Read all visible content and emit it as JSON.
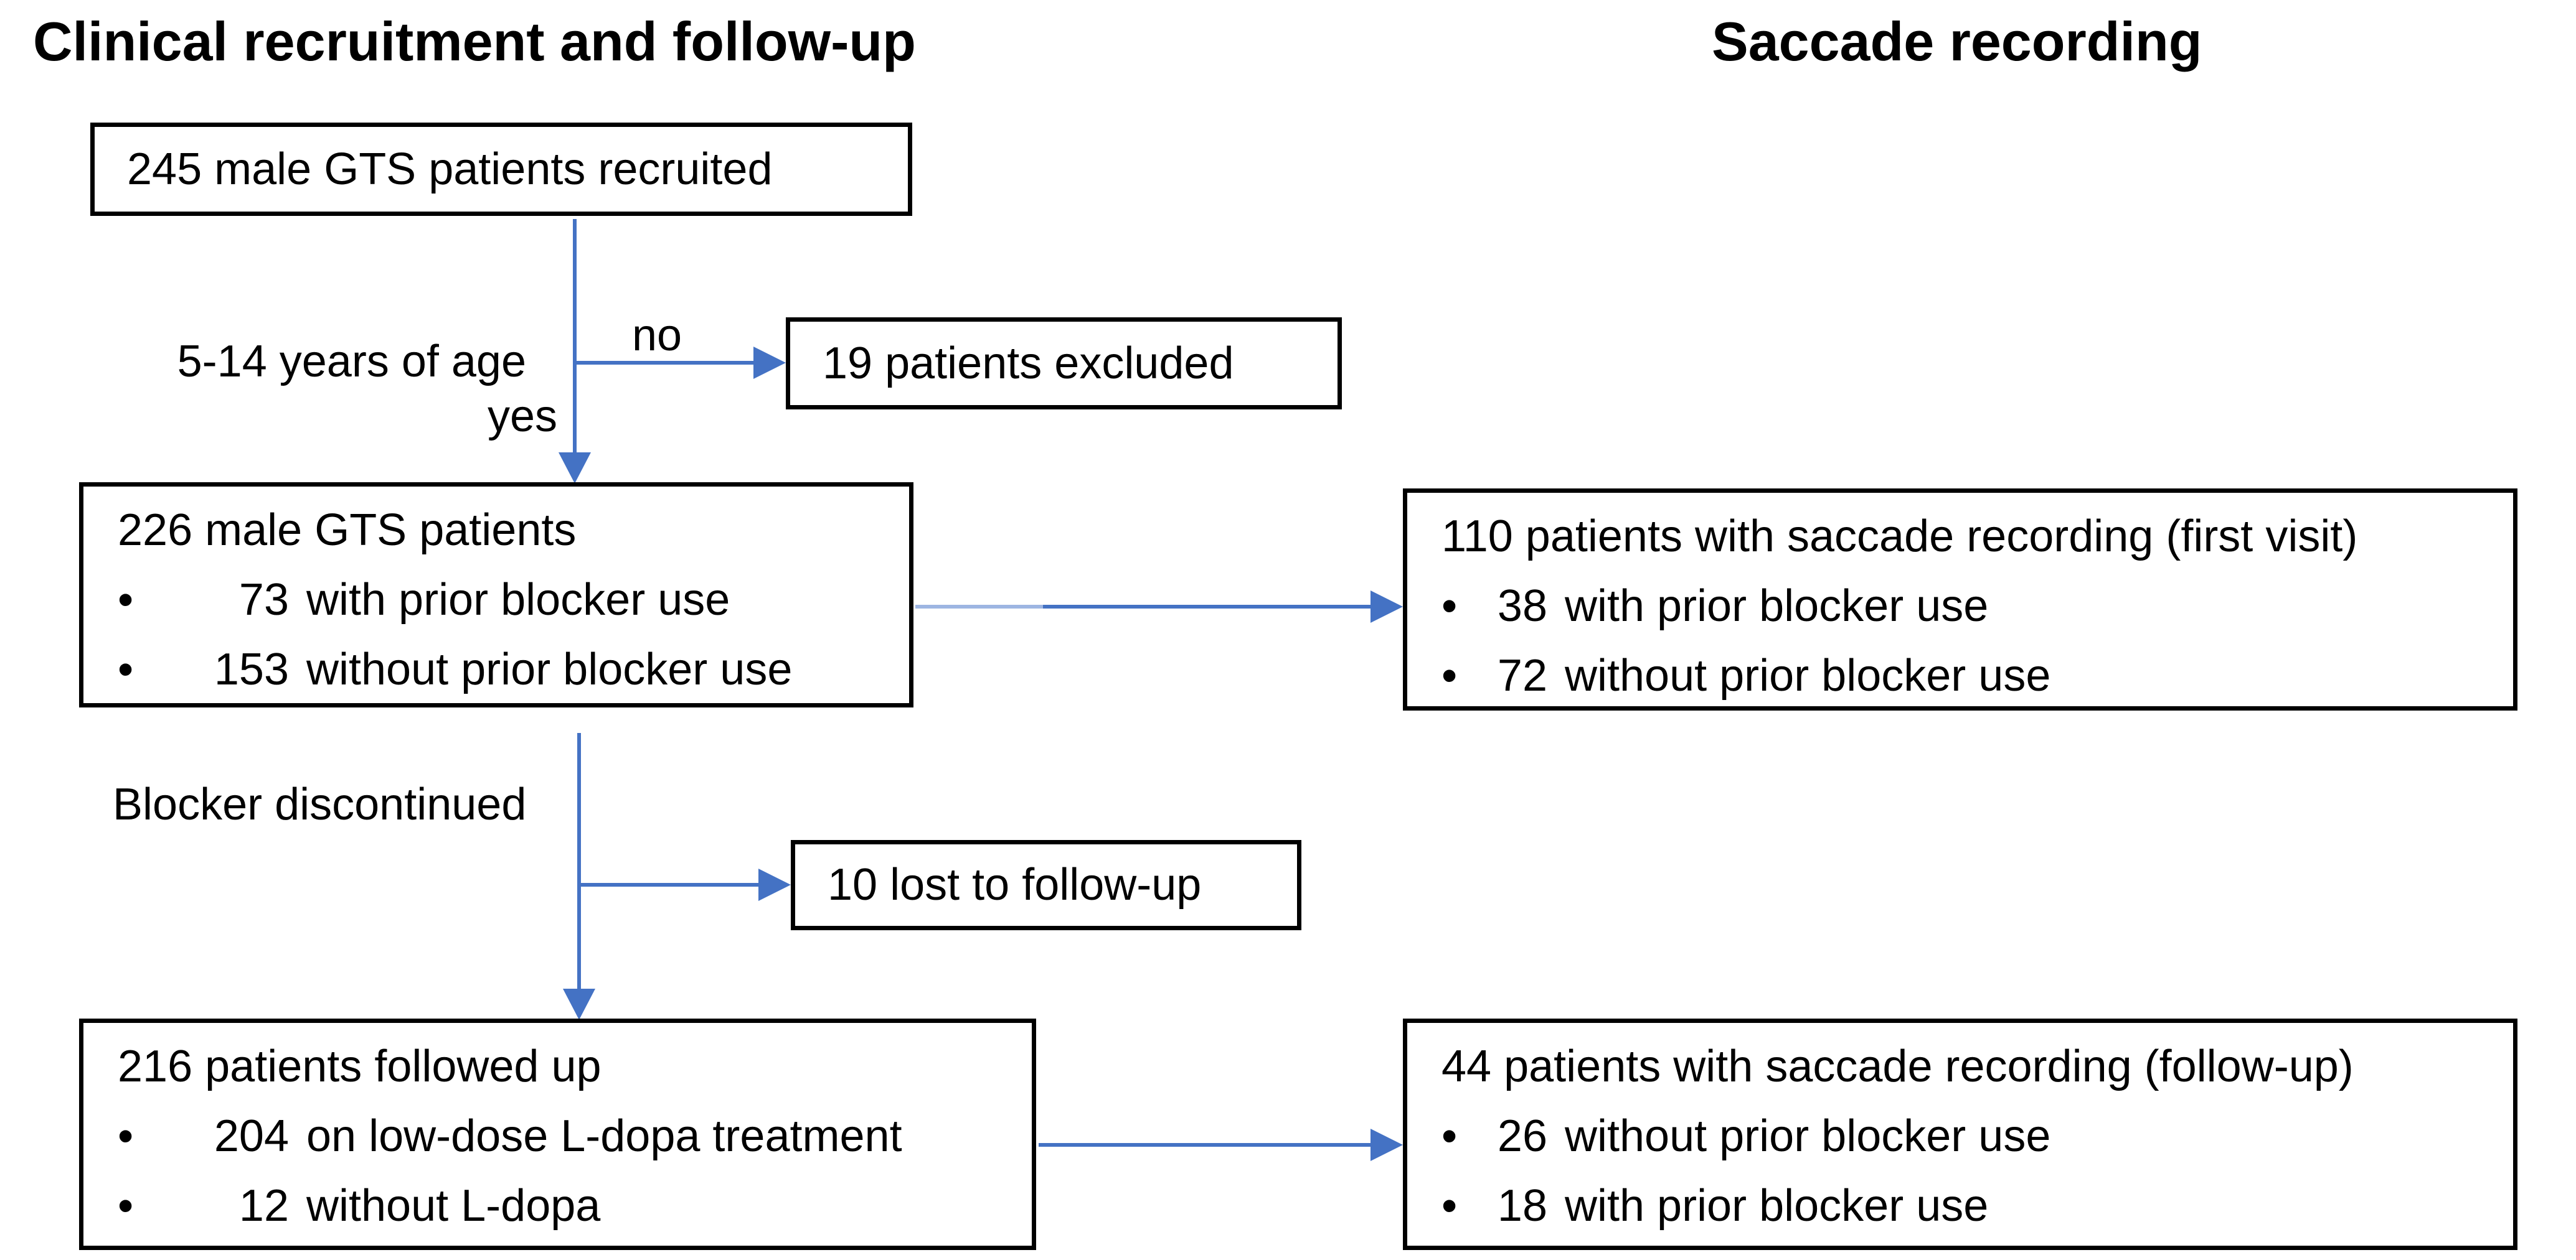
{
  "headers": {
    "left": "Clinical recruitment and follow-up",
    "right": "Saccade recording"
  },
  "boxes": {
    "recruited": {
      "title": "245 male GTS patients recruited"
    },
    "excluded": {
      "title": "19 patients excluded"
    },
    "cohort": {
      "title": "226 male GTS patients",
      "bullets": [
        {
          "num": "73",
          "text": "with prior blocker use"
        },
        {
          "num": "153",
          "text": "without prior blocker use"
        }
      ]
    },
    "saccade_first": {
      "title": "110 patients with saccade recording (first visit)",
      "bullets": [
        {
          "num": "38",
          "text": "with prior blocker use"
        },
        {
          "num": "72",
          "text": "without prior blocker use"
        }
      ]
    },
    "lost": {
      "title": "10 lost to follow-up"
    },
    "followed": {
      "title": "216 patients followed up",
      "bullets": [
        {
          "num": "204",
          "text": "on low-dose L-dopa treatment"
        },
        {
          "num": "12",
          "text": "without L-dopa"
        }
      ]
    },
    "saccade_followup": {
      "title": "44 patients with saccade recording (follow-up)",
      "bullets": [
        {
          "num": "26",
          "text": "without prior blocker use"
        },
        {
          "num": "18",
          "text": "with prior blocker use"
        }
      ]
    }
  },
  "labels": {
    "age_criterion": "5-14 years of age",
    "no": "no",
    "yes": "yes",
    "blocker_discontinued": "Blocker discontinued"
  },
  "bullet_char": "•",
  "colors": {
    "arrow": "#4472C4",
    "arrow_light": "#9DB5E2",
    "box_border": "#000000",
    "text": "#000000",
    "background": "#ffffff"
  }
}
